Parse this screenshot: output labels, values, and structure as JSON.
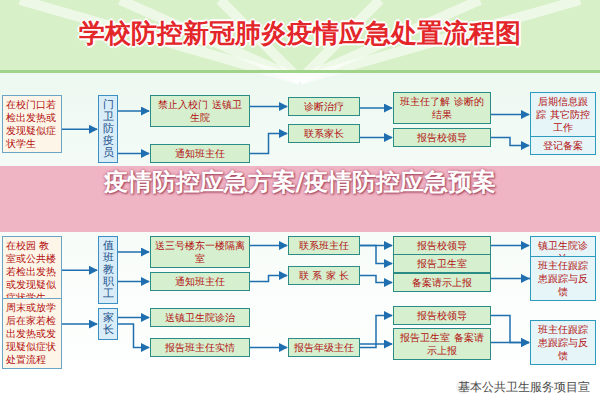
{
  "diagram": {
    "title": "学校防控新冠肺炎疫情应急处置流程图",
    "nodes": [
      {
        "text": [
          "在校门口若检出发热或发现疑似症状学生"
        ]
      },
      {
        "text": [
          "门卫防疫员"
        ]
      },
      {
        "text": [
          "禁止入校门 送镇卫生院"
        ]
      },
      {
        "text": [
          "诊断治疗"
        ]
      },
      {
        "text": [
          "班主任了解 诊断的结果"
        ]
      },
      {
        "text": [
          "后期信息跟踪 其它防控工作"
        ]
      },
      {
        "text": [
          "通知班主任"
        ]
      },
      {
        "text": [
          "联系家长"
        ]
      },
      {
        "text": [
          "报告校领导"
        ]
      },
      {
        "text": [
          "登记备案"
        ]
      },
      {
        "text": [
          "在校园 教室或公共楼若检出发热或发现疑似症状学生"
        ]
      },
      {
        "text": [
          "值班教职工"
        ]
      },
      {
        "text": [
          "送三号楼东一楼隔离室"
        ]
      },
      {
        "text": [
          "通知班主任"
        ]
      },
      {
        "text": [
          "联系班主任"
        ]
      },
      {
        "text": [
          "联 系 家 长"
        ]
      },
      {
        "text": [
          "报告校领导"
        ]
      },
      {
        "text": [
          "报告卫生室"
        ]
      },
      {
        "text": [
          "备案请示上报"
        ]
      },
      {
        "text": [
          "镇卫生院诊治"
        ]
      },
      {
        "text": [
          "班主任跟踪 患跟踪与反馈"
        ]
      },
      {
        "text": [
          "周末或放学后在家若检出发热或发现疑似症状处置流程"
        ]
      },
      {
        "text": [
          "家长"
        ]
      },
      {
        "text": [
          "送镇卫生院诊治"
        ]
      },
      {
        "text": [
          "报告班主任实情"
        ]
      },
      {
        "text": [
          "报告年级主任"
        ]
      },
      {
        "text": [
          "报告校领导"
        ]
      },
      {
        "text": [
          "报告卫生室 备案请示上报"
        ]
      },
      {
        "text": [
          "班主任跟踪 患跟踪与反馈"
        ]
      }
    ],
    "edges": [
      {
        "from": 0,
        "to": 1,
        "arrow": "to"
      },
      {
        "from": 1,
        "to": 2,
        "arrow": "to"
      },
      {
        "from": 2,
        "to": 3,
        "arrow": "to"
      },
      {
        "from": 3,
        "to": 4,
        "arrow": "to"
      },
      {
        "from": 4,
        "to": 5,
        "arrow": "to"
      },
      {
        "from": 1,
        "to": 6,
        "arrow": "to"
      },
      {
        "from": 6,
        "to": 7,
        "arrow": "to"
      },
      {
        "from": 7,
        "to": 8,
        "arrow": "to"
      },
      {
        "from": 8,
        "to": 9,
        "arrow": "to"
      },
      {
        "from": 10,
        "to": 11,
        "arrow": "to"
      },
      {
        "from": 11,
        "to": 12,
        "arrow": "to"
      },
      {
        "from": 11,
        "to": 13,
        "arrow": "to"
      },
      {
        "from": 12,
        "to": 14,
        "arrow": "to"
      },
      {
        "from": 14,
        "to": 16,
        "arrow": "to"
      },
      {
        "from": 14,
        "to": 17,
        "arrow": "to"
      },
      {
        "from": 16,
        "to": 19,
        "arrow": "to"
      },
      {
        "from": 13,
        "to": 15,
        "arrow": "to"
      },
      {
        "from": 15,
        "to": 18,
        "arrow": "to"
      },
      {
        "from": 18,
        "to": 20,
        "arrow": "to"
      },
      {
        "from": 19,
        "to": 20,
        "arrow": "to"
      },
      {
        "from": 21,
        "to": 22,
        "arrow": "to"
      },
      {
        "from": 22,
        "to": 23,
        "arrow": "to"
      },
      {
        "from": 22,
        "to": 24,
        "arrow": "to"
      },
      {
        "from": 24,
        "to": 25,
        "arrow": "to"
      },
      {
        "from": 25,
        "to": 26,
        "arrow": "to"
      },
      {
        "from": 25,
        "to": 27,
        "arrow": "to"
      },
      {
        "from": 26,
        "to": 28,
        "arrow": "to"
      },
      {
        "from": 27,
        "to": 28,
        "arrow": "to"
      }
    ],
    "labels": [
      "疫情防控应急方案/疫情防控应急预案",
      "基本公共卫生服务项目宣"
    ]
  }
}
